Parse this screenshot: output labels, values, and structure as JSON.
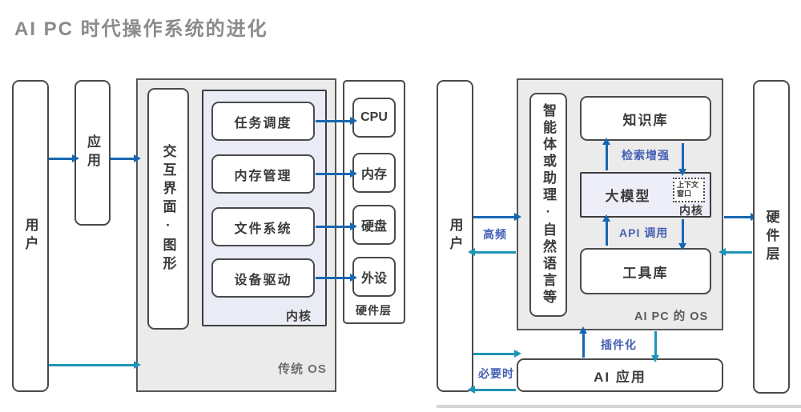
{
  "title": "AI PC 时代操作系统的进化",
  "colors": {
    "arrow_blue": "#1767b0",
    "arrow_teal": "#1e95b8",
    "label_blue": "#4660b4",
    "panel_gray": "#ebebeb",
    "kernel_lavender": "#e9ebf5"
  },
  "left": {
    "user": "用户",
    "app": "应用",
    "ui_layer": "交互界面·图形",
    "kernel_label": "内核",
    "kernel_modules": [
      "任务调度",
      "内存管理",
      "文件系统",
      "设备驱动"
    ],
    "os_label": "传统 OS",
    "hardware_label": "硬件层",
    "hardware_items": [
      "CPU",
      "内存",
      "硬盘",
      "外设"
    ]
  },
  "right": {
    "user": "用户",
    "agent_layer": "智能体或助理·自然语言等",
    "knowledge_base": "知识库",
    "large_model": "大模型",
    "context_window": "上下文窗口",
    "kernel_label": "内核",
    "tool_library": "工具库",
    "os_label": "AI PC 的 OS",
    "ai_app": "AI 应用",
    "hardware_layer": "硬件层",
    "arrow_labels": {
      "retrieval": "检索增强",
      "api_call": "API 调用",
      "high_freq": "高频",
      "when_needed": "必要时",
      "plugin": "插件化"
    }
  }
}
